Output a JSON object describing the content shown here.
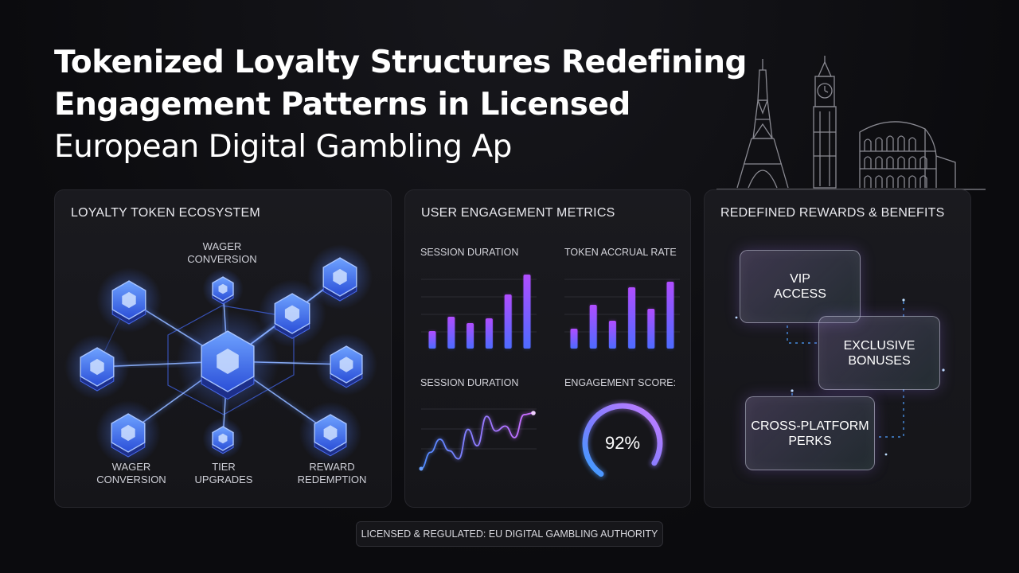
{
  "title": {
    "line1": "Tokenized Loyalty Structures Redefining",
    "line2": "Engagement Patterns in Licensed",
    "line3": "European Digital Gambling Ap"
  },
  "ecosystem": {
    "title": "LOYALTY TOKEN ECOSYSTEM",
    "labels": {
      "top": [
        "WAGER",
        "CONVERSION"
      ],
      "bottom_left": [
        "WAGER",
        "CONVERSION"
      ],
      "bottom_mid": [
        "TIER",
        "UPGRADES"
      ],
      "bottom_right": [
        "REWARD",
        "REDEMPTION"
      ]
    }
  },
  "metrics": {
    "title": "USER ENGAGEMENT METRICS",
    "session_duration_label": "SESSION DURATION",
    "token_accrual_label": "TOKEN ACCRUAL RATE",
    "session_duration_label_2": "SESSION DURATION",
    "engagement_label": "ENGAGEMENT SCORE:",
    "engagement_value": "92%"
  },
  "chart_data": [
    {
      "type": "bar",
      "title": "SESSION DURATION",
      "values": [
        22,
        40,
        32,
        38,
        68,
        93
      ]
    },
    {
      "type": "bar",
      "title": "TOKEN ACCRUAL RATE",
      "values": [
        25,
        55,
        35,
        77,
        50,
        84
      ]
    },
    {
      "type": "line",
      "title": "SESSION DURATION",
      "values": [
        2,
        22,
        38,
        24,
        14,
        50,
        30,
        66,
        48,
        54,
        40,
        68,
        70
      ]
    },
    {
      "type": "gauge",
      "title": "ENGAGEMENT SCORE:",
      "value": 92
    }
  ],
  "rewards": {
    "title": "REDEFINED REWARDS & BENEFITS",
    "vip": [
      "VIP",
      "ACCESS"
    ],
    "bonuses": [
      "EXCLUSIVE",
      "BONUSES"
    ],
    "perks": [
      "CROSS-PLATFORM",
      "PERKS"
    ]
  },
  "footer": "LICENSED & REGULATED: EU DIGITAL GAMBLING AUTHORITY",
  "colors": {
    "bar_top": "#a64dff",
    "bar_bottom": "#4f6bff",
    "node": "#3f7bff",
    "gauge_start": "#c77dff",
    "gauge_end": "#3aa0ff"
  }
}
